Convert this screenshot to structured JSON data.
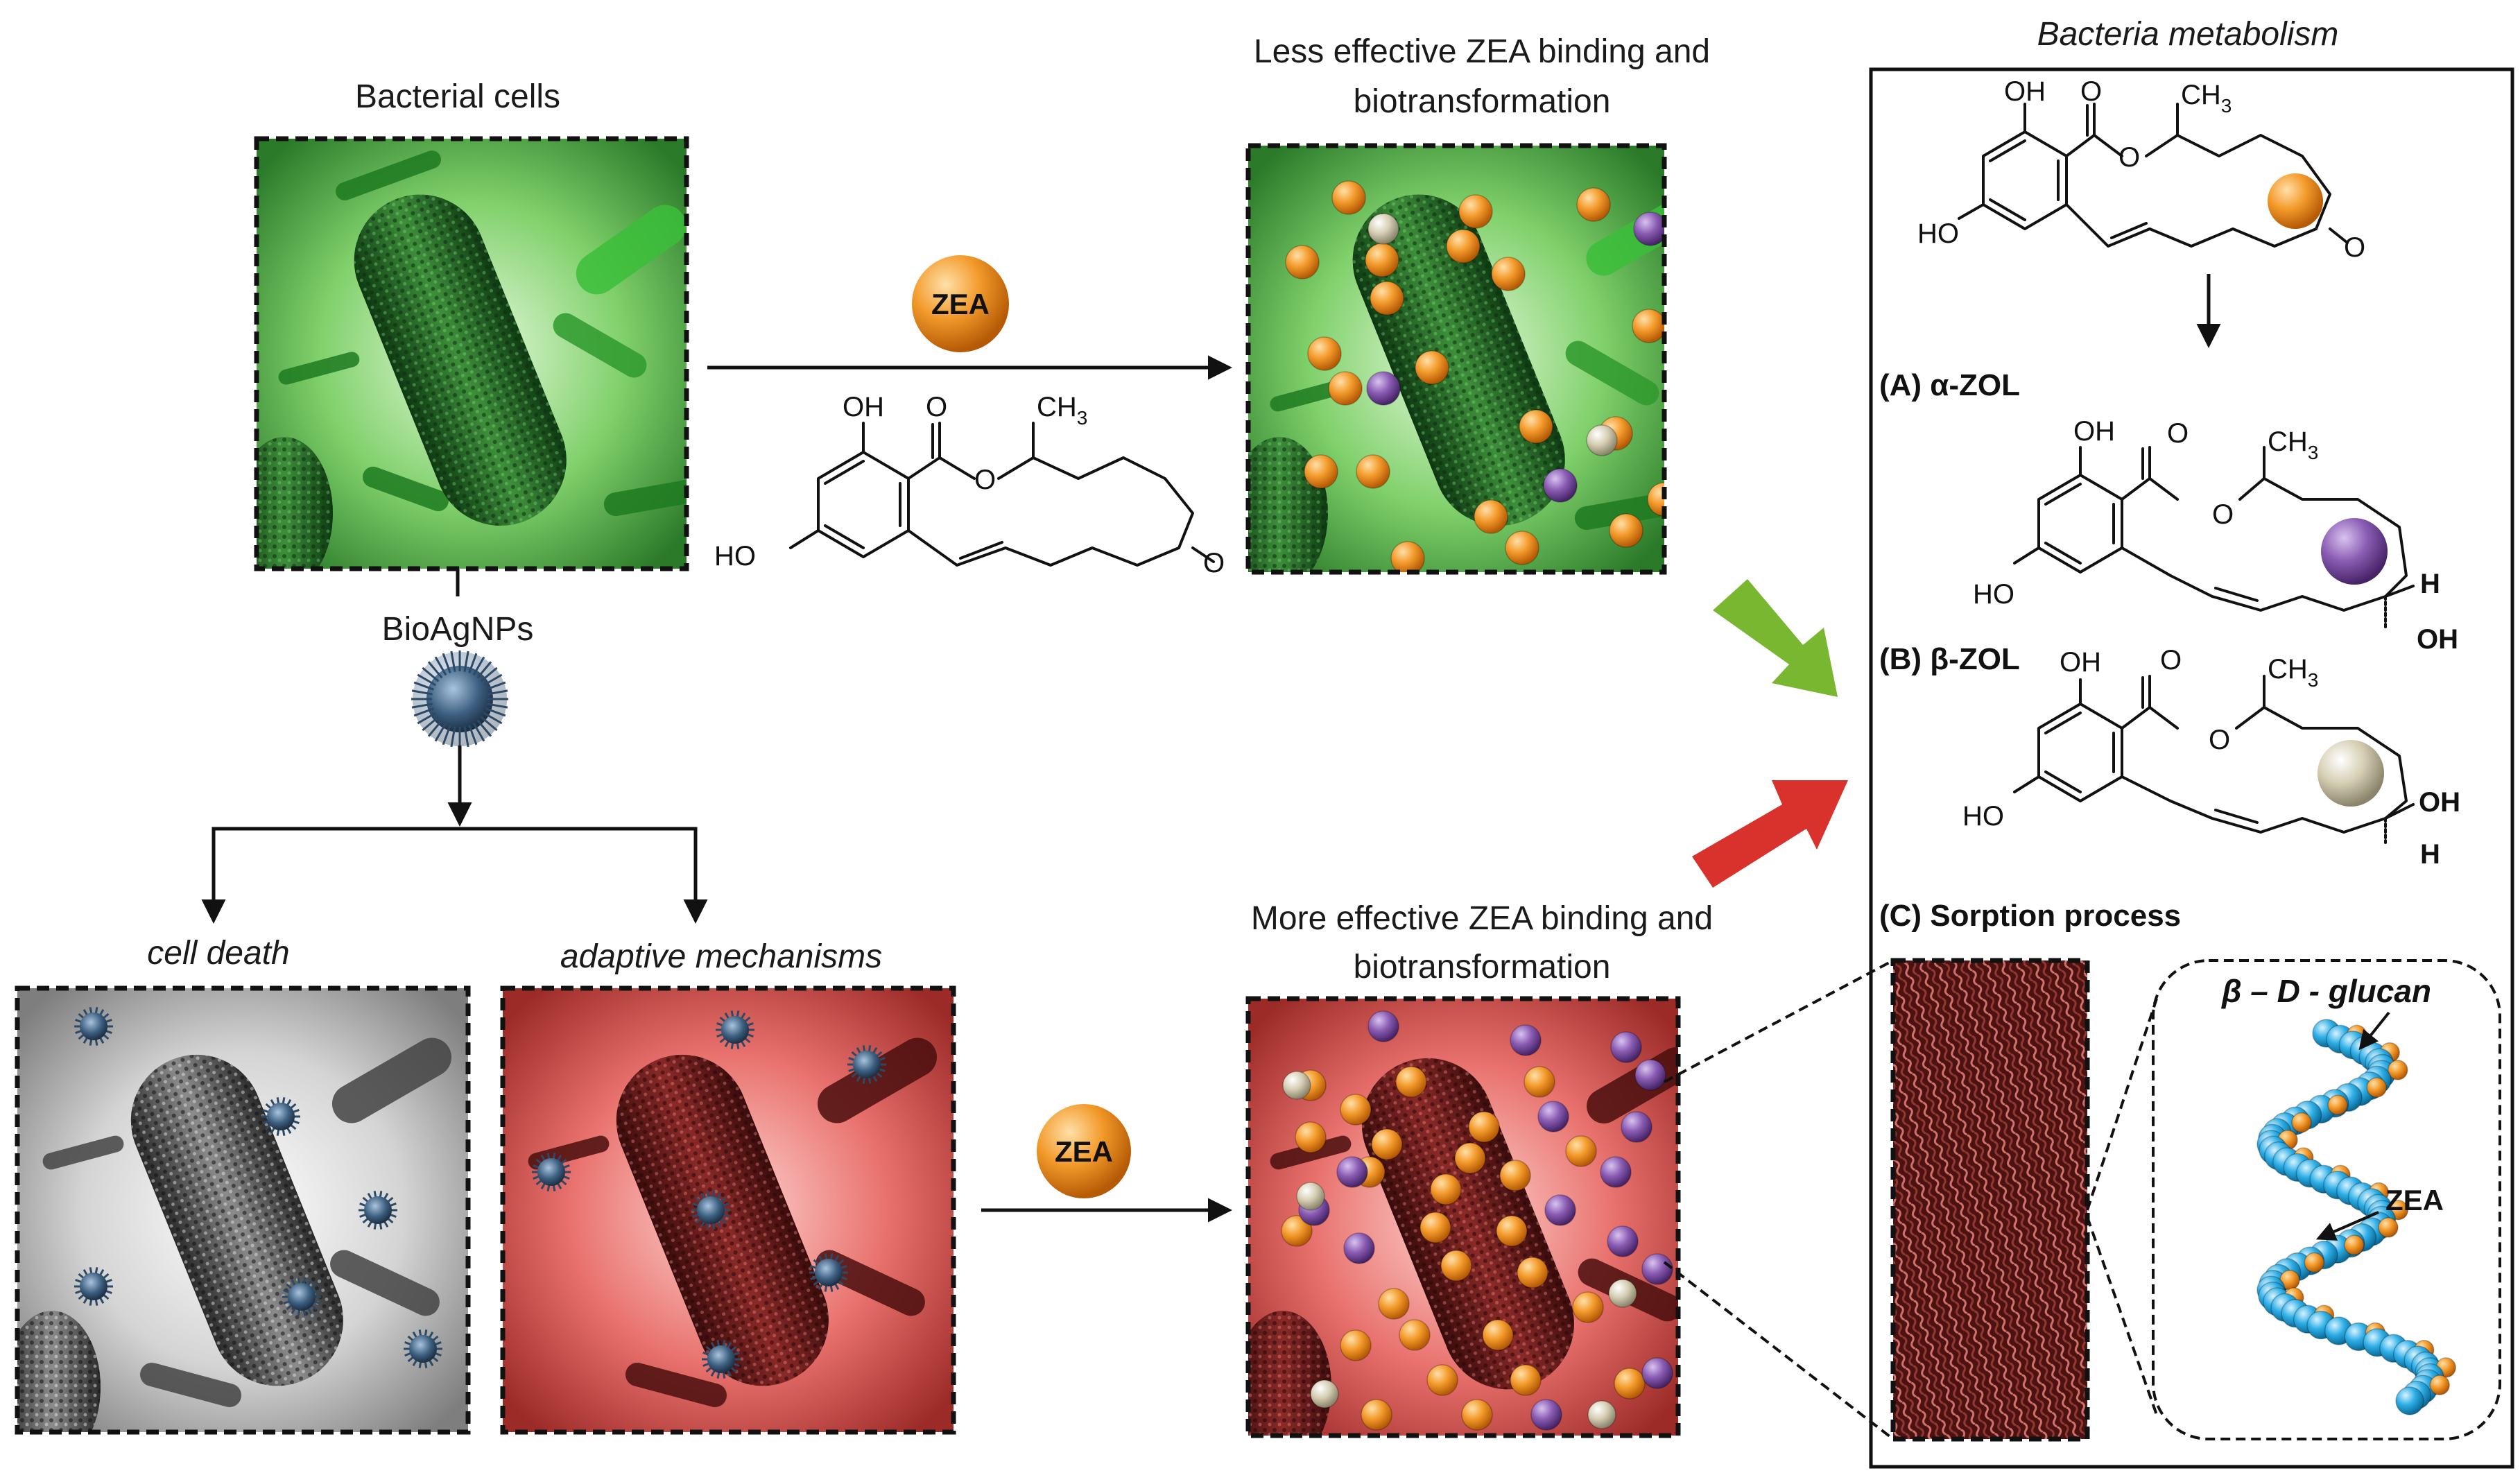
{
  "labels": {
    "bacterial_cells": "Bacterial cells",
    "less_effective_line1": "Less effective ZEA binding and",
    "less_effective_line2": "biotransformation",
    "more_effective_line1": "More effective ZEA binding and",
    "more_effective_line2": "biotransformation",
    "bioagnps": "BioAgNPs",
    "cell_death": "cell death",
    "adaptive_mechanisms": "adaptive mechanisms",
    "zea_badge_top": "ZEA",
    "zea_badge_bottom": "ZEA",
    "bacteria_metabolism": "Bacteria metabolism",
    "alpha_zol": "(A) α-ZOL",
    "beta_zol": "(B) β-ZOL",
    "sorption_process": "(C) Sorption process",
    "beta_d_glucan": "β – D - glucan",
    "zea_on_glucan": "ZEA"
  },
  "chem": {
    "oh": "OH",
    "ho": "HO",
    "ch3": "CH",
    "ch3_sub": "3",
    "o": "O",
    "h": "H"
  },
  "colors": {
    "green_bacteria": "#3fa83a",
    "red_bacteria": "#d9534f",
    "gray_bacteria": "#9a9a9a",
    "zea_orange": "#f08c1e",
    "alpha_zol_purple": "#7b4fa0",
    "beta_zol_beige": "#c9c2a5",
    "glucan_blue": "#29a9e0",
    "green_arrow": "#7ab730",
    "red_arrow": "#d9312b",
    "nanoparticle_blue": "#3d5f80"
  }
}
